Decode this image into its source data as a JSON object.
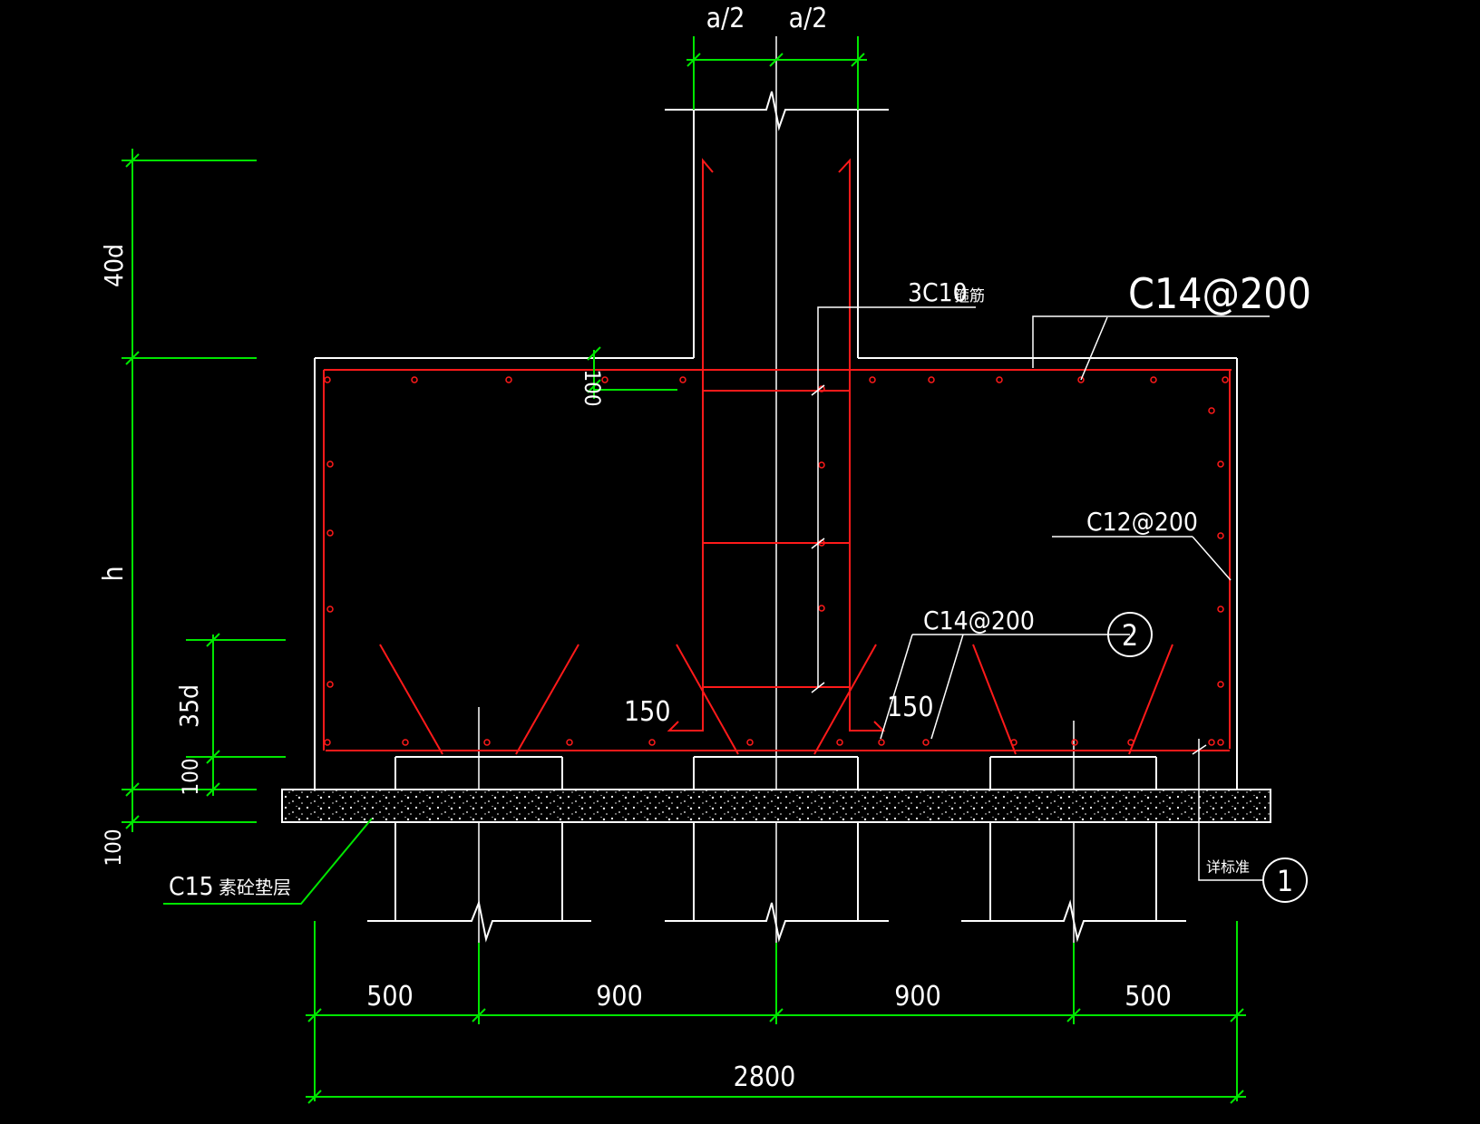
{
  "colors": {
    "background": "#000000",
    "concrete": "#ffffff",
    "rebar": "#ff1a1a",
    "dimension": "#00e600",
    "text": "#ffffff"
  },
  "labels": {
    "top_half_left": "a/2",
    "top_half_right": "a/2",
    "stirrup": "3C10",
    "stirrup_note": "箍筋",
    "top_rebar": "C14@200",
    "side_rebar": "C12@200",
    "bottom_rebar": "C14@200",
    "hook_left": "150",
    "hook_right": "150",
    "cover_top": "100",
    "dim_40d": "40d",
    "dim_h": "h",
    "dim_35d": "35d",
    "dim_100a": "100",
    "dim_100b": "100",
    "pad_label": "C15",
    "pad_note": "素砼垫层",
    "callout_2": "2",
    "callout_1": "1",
    "detail_note": "详标准",
    "dim_500_left": "500",
    "dim_900_left": "900",
    "dim_900_right": "900",
    "dim_500_right": "500",
    "dim_total": "2800"
  }
}
